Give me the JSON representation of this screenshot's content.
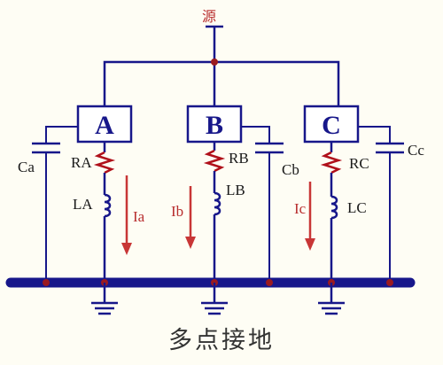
{
  "diagram": {
    "source_label": "源",
    "title": "多点接地",
    "boxes": [
      {
        "id": "A",
        "label": "A"
      },
      {
        "id": "B",
        "label": "B"
      },
      {
        "id": "C",
        "label": "C"
      }
    ],
    "resistors": [
      "RA",
      "RB",
      "RC"
    ],
    "inductors": [
      "LA",
      "LB",
      "LC"
    ],
    "capacitors": [
      "Ca",
      "Cb",
      "Cc"
    ],
    "currents": [
      "Ia",
      "Ib",
      "Ic"
    ],
    "colors": {
      "wire": "#17178a",
      "node": "#9a1a20",
      "current_arrow": "#c83636",
      "source_text": "#b82e2e",
      "background": "#fefdf4"
    }
  }
}
